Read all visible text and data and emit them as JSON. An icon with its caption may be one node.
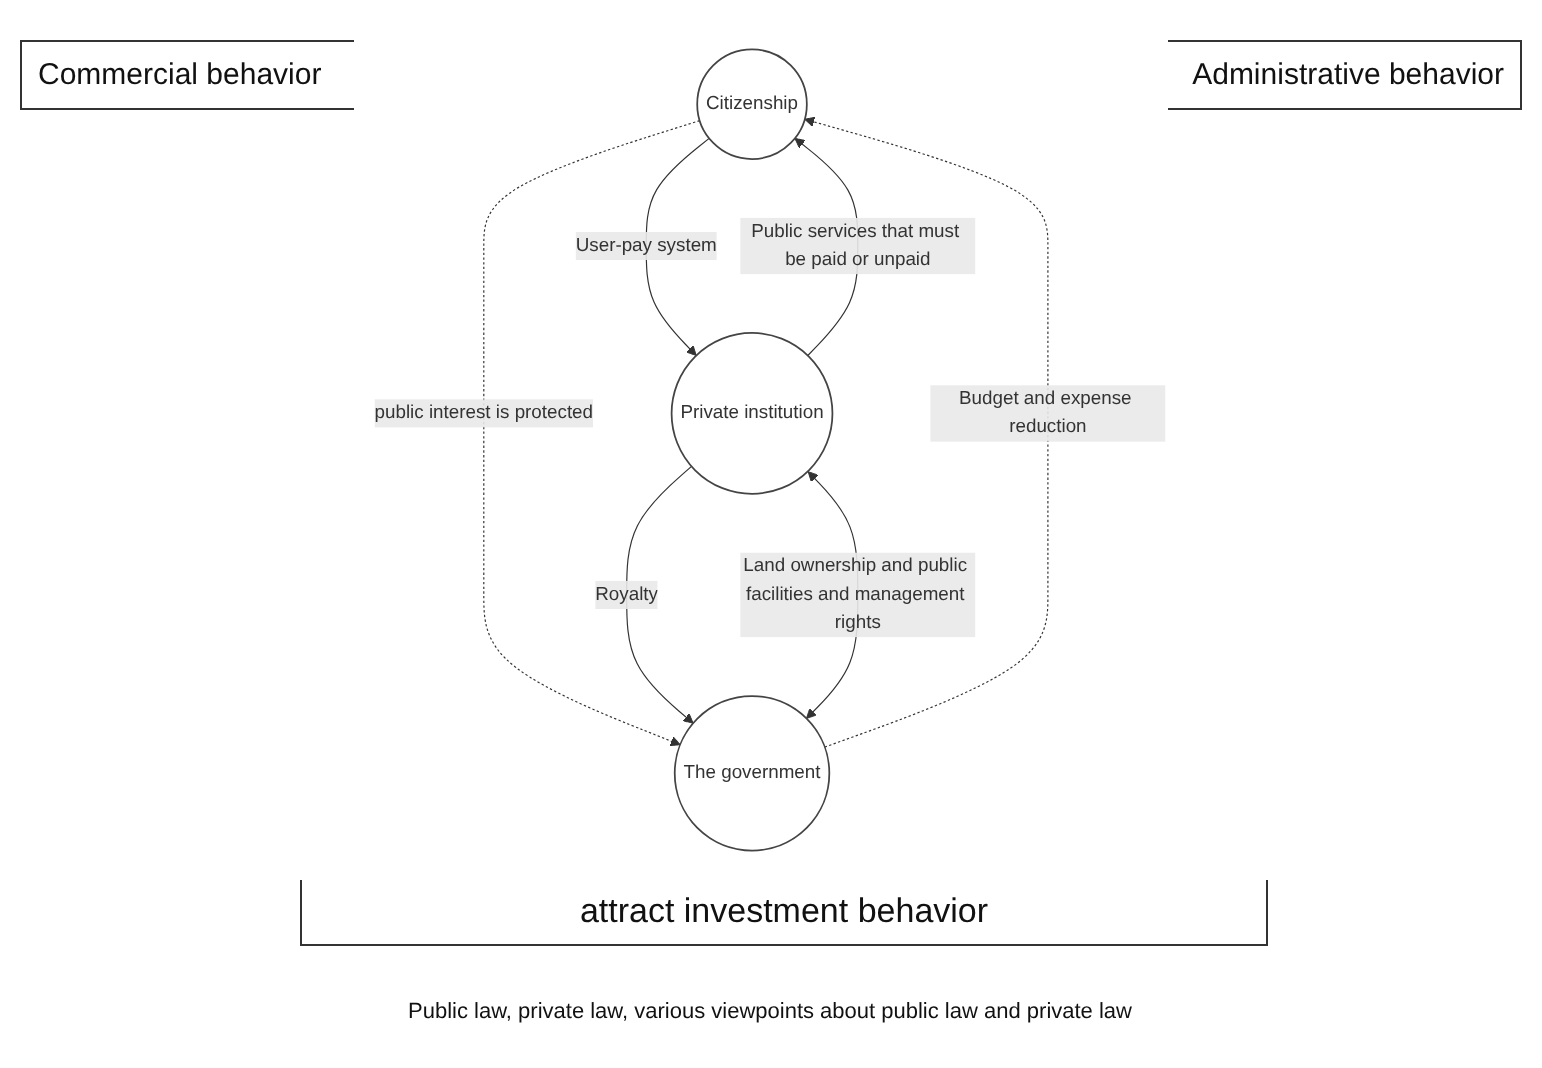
{
  "diagram": {
    "nodes": [
      {
        "text": [
          "Citizenship"
        ]
      },
      {
        "text": [
          "Private institution"
        ]
      },
      {
        "text": [
          "The government"
        ]
      }
    ],
    "edges": [
      {
        "from": 0,
        "to": 1,
        "arrow": "to",
        "label": "User-pay system"
      },
      {
        "from": 1,
        "to": 0,
        "arrow": "to",
        "label": "Public services that must be paid or unpaid"
      },
      {
        "from": 2,
        "to": 0,
        "arrow": "to",
        "label": "Budget and expense reduction",
        "style": "dashed"
      },
      {
        "from": 0,
        "to": 2,
        "arrow": "to",
        "label": "public interest is protected",
        "style": "dashed"
      },
      {
        "from": 1,
        "to": 2,
        "arrow": "to",
        "label": "Royalty"
      },
      {
        "from": 1,
        "to": 2,
        "arrow": "both",
        "label": "Land ownership and public facilities and management rights"
      }
    ],
    "labels": [
      "Commercial behavior",
      "Administrative behavior",
      "attract investment behavior",
      "Public law, private law, various viewpoints about public law and private law"
    ]
  }
}
